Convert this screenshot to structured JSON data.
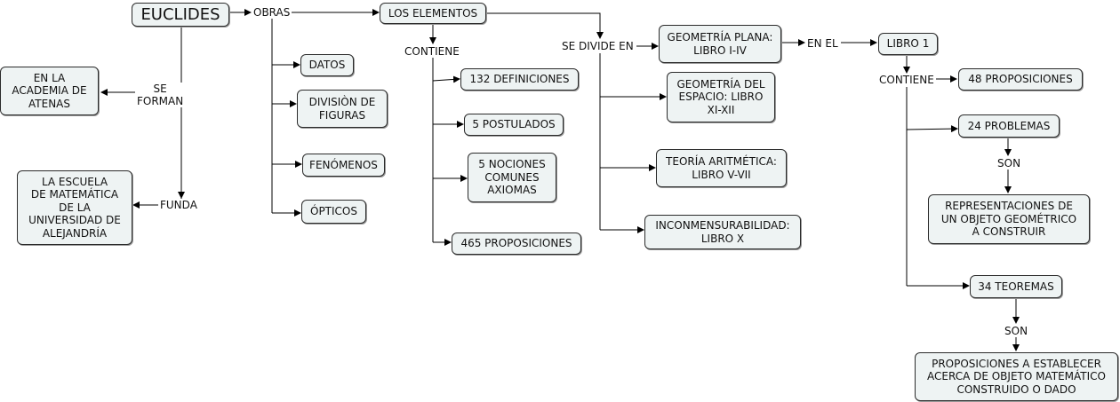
{
  "nodes": {
    "euclides": "EUCLIDES",
    "academia": "EN LA\nACADEMIA DE\nATENAS",
    "escuela": "LA ESCUELA\nDE MATEMÁTICA\nDE LA\nUNIVERSIDAD DE\nALEJANDRÍA",
    "los_elementos": "LOS ELEMENTOS",
    "datos": "DATOS",
    "division": "DIVISIÒN DE\nFIGURAS",
    "fenomenos": "FENÓMENOS",
    "opticos": "ÓPTICOS",
    "definiciones": "132 DEFINICIONES",
    "postulados": "5 POSTULADOS",
    "nociones": "5 NOCIONES\nCOMUNES\nAXIOMAS",
    "proposiciones465": "465 PROPOSICIONES",
    "geometria_plana": "GEOMETRÍA PLANA:\nLIBRO I-IV",
    "geometria_espacio": "GEOMETRÍA DEL\nESPACIO: LIBRO\nXI-XII",
    "teoria_aritmetica": "TEORÍA ARITMÉTICA:\nLIBRO V-VII",
    "inconmensurabilidad": "INCONMENSURABILIDAD:\nLIBRO X",
    "libro1": "LIBRO 1",
    "proposiciones48": "48 PROPOSICIONES",
    "problemas24": "24 PROBLEMAS",
    "representaciones": "REPRESENTACIONES DE\nUN OBJETO GEOMÉTRICO\nA CONSTRUIR",
    "teoremas34": "34 TEOREMAS",
    "proposiciones_establecer": "PROPOSICIONES A ESTABLECER\nACERCA DE OBJETO MATEMÁTICO\nCONSTRUIDO O DADO"
  },
  "links": {
    "obras": "OBRAS",
    "se_forman": "SE\nFORMAN",
    "funda": "FUNDA",
    "contiene_1": "CONTIENE",
    "se_divide_en": "SE DIVIDE EN",
    "en_el": "EN EL",
    "contiene_2": "CONTIENE",
    "son_1": "SON",
    "son_2": "SON"
  }
}
